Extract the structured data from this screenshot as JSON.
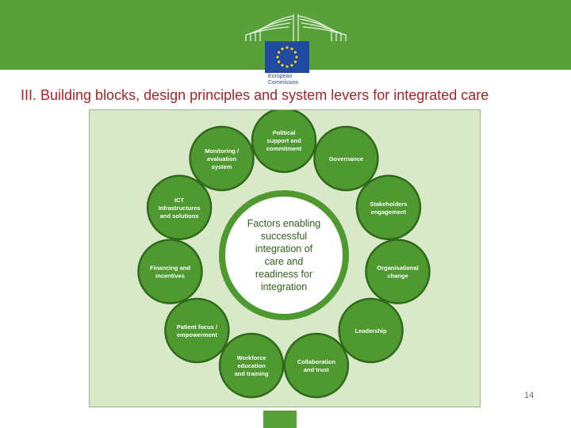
{
  "logo": {
    "line1": "European",
    "line2": "Commission"
  },
  "slide": {
    "title": "III. Building blocks, design principles and system levers for integrated care",
    "page_number": "14"
  },
  "diagram": {
    "center": [
      "Factors enabling",
      "successful",
      "integration of",
      "care and",
      "readiness for",
      "integration"
    ],
    "factors": [
      {
        "lines": [
          "Political",
          "support and",
          "commitment"
        ]
      },
      {
        "lines": [
          "Governance"
        ]
      },
      {
        "lines": [
          "Stakeholders",
          "engagement"
        ]
      },
      {
        "lines": [
          "Organisational",
          "change"
        ]
      },
      {
        "lines": [
          "Leadership"
        ]
      },
      {
        "lines": [
          "Collaboration",
          "and trust"
        ]
      },
      {
        "lines": [
          "Workforce",
          "education",
          "and training"
        ]
      },
      {
        "lines": [
          "Patient focus /",
          "empowerment"
        ]
      },
      {
        "lines": [
          "Financing and",
          "incentives"
        ]
      },
      {
        "lines": [
          "ICT",
          "Infrastructures",
          "and solutions"
        ]
      },
      {
        "lines": [
          "Monitoring /",
          "evaluation",
          "system"
        ]
      }
    ],
    "colors": {
      "circle_fill": "#4e9a30",
      "circle_border": "#2e6a1a",
      "center_fill": "#ffffff",
      "center_ring": "#4e9a30",
      "background": "#d8e8c8"
    }
  }
}
